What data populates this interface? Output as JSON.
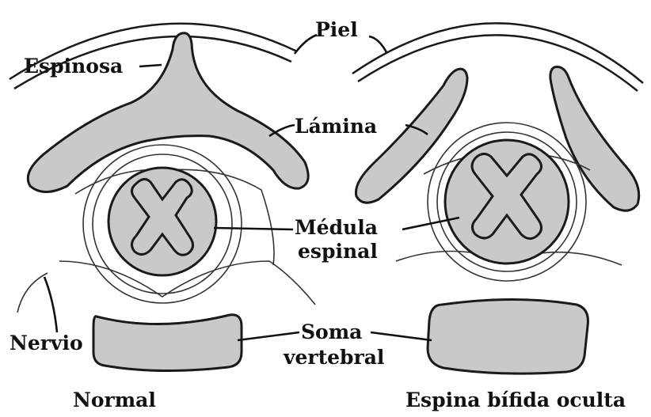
{
  "labels": {
    "skin": "Piel",
    "spinous": "Espinosa",
    "lamina": "Lámina",
    "cord_line1": "Médula",
    "cord_line2": "espinal",
    "body_line1": "Soma",
    "body_line2": "vertebral",
    "nerve": "Nervio"
  },
  "captions": {
    "left": "Normal",
    "right": "Espina bífida oculta"
  },
  "colors": {
    "bone_fill": "#c9c9c9",
    "outline": "#1a1a1a",
    "background": "#ffffff"
  }
}
